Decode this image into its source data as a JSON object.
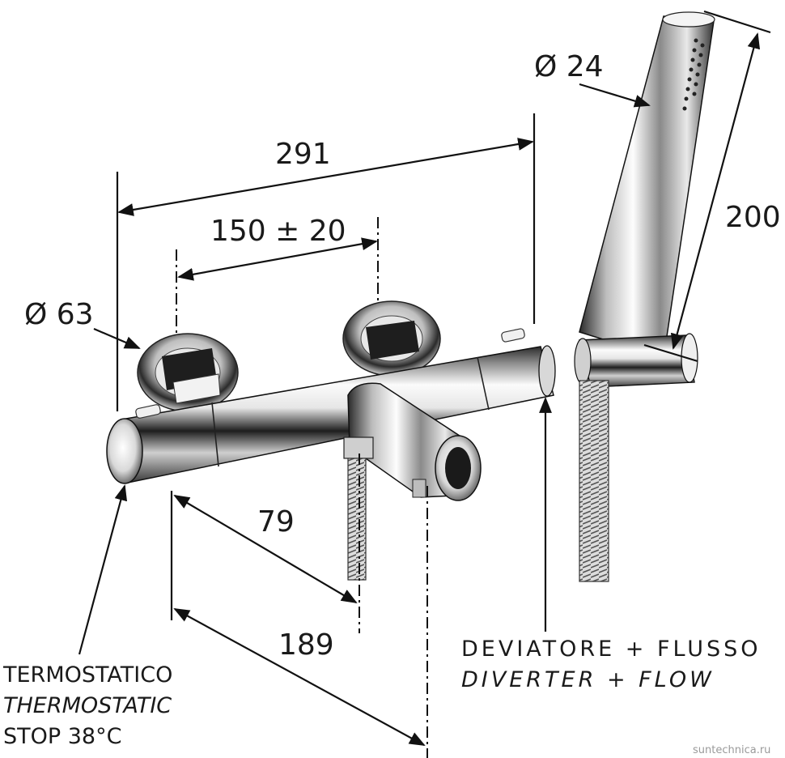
{
  "dimensions": {
    "overall_width": "291",
    "centers": "150 ± 20",
    "flange_diameter": "Ø 63",
    "handshower_diameter": "Ø 24",
    "handshower_length": "200",
    "spout_projection": "79",
    "total_depth": "189"
  },
  "labels": {
    "thermostatic_it": "TERMOSTATICO",
    "thermostatic_en": "THERMOSTATIC",
    "thermostatic_stop": "STOP 38°C",
    "diverter_it": "DEVIATORE + FLUSSO",
    "diverter_en": "DIVERTER + FLOW"
  },
  "watermark": "suntechnica.ru",
  "colors": {
    "chrome_light": "#f4f4f4",
    "chrome_mid": "#9a9a9a",
    "chrome_dark": "#1c1c1c",
    "line": "#111111"
  }
}
